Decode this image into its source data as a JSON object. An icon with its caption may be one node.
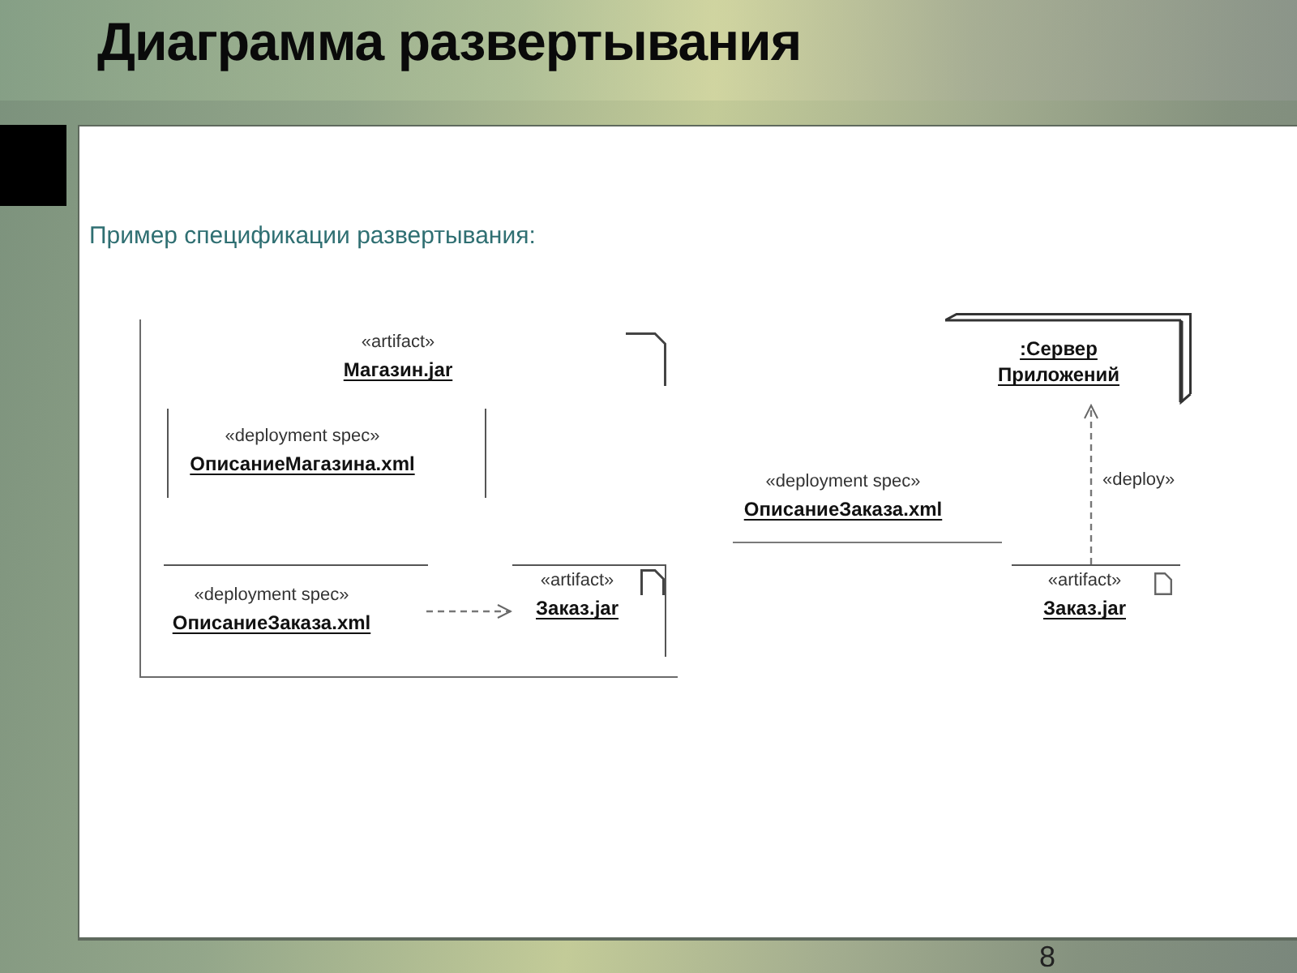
{
  "diagram": {
    "title": "Диаграмма развертывания",
    "nodes": [
      {
        "text": [
          "«artifact»",
          "Магазин.jar"
        ]
      },
      {
        "text": [
          "«deployment spec»",
          "ОписаниеМагазина.xml"
        ],
        "in": 0
      },
      {
        "text": [
          "«deployment spec»",
          "ОписаниеЗаказа.xml"
        ],
        "in": 0
      },
      {
        "text": [
          "«artifact»",
          "Заказ.jar"
        ],
        "in": 0
      },
      {
        "text": [
          ":Сервер Приложений"
        ]
      },
      {
        "text": [
          "«deployment spec»",
          "ОписаниеЗаказа.xml"
        ]
      },
      {
        "text": [
          "«artifact»",
          "Заказ.jar"
        ]
      }
    ],
    "edges": [
      {
        "from": 2,
        "to": 3,
        "arrow": "to",
        "style": "dashed"
      },
      {
        "from": 6,
        "to": 4,
        "arrow": "to",
        "style": "dashed",
        "label": "«deploy»"
      }
    ],
    "labels": [
      "Пример спецификации развертывания:",
      "8"
    ]
  }
}
